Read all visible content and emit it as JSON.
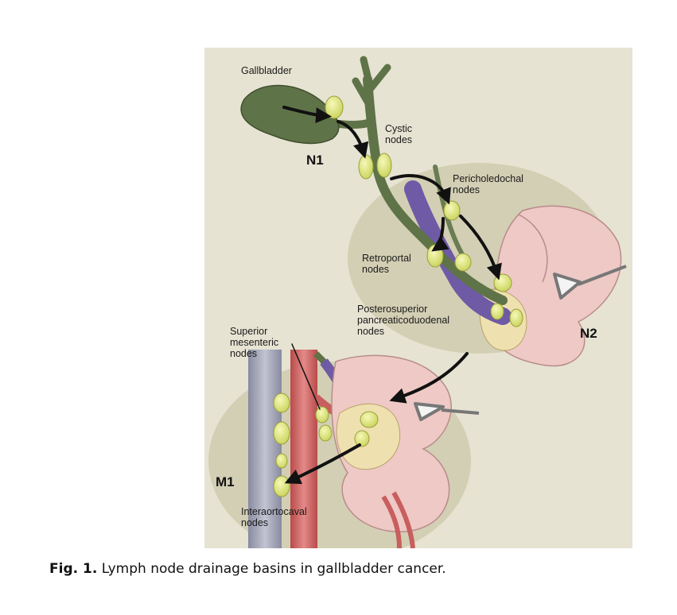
{
  "labels": {
    "gallbladder": "Gallbladder",
    "cystic": "Cystic\nnodes",
    "pericholedochal": "Pericholedochal\nnodes",
    "retroportal": "Retroportal\nnodes",
    "posterosuperior": "Posterosuperior\npancreaticoduodenal\nnodes",
    "superior_mesenteric": "Superior\nmesenteric\nnodes",
    "interaortocaval": "Interaortocaval\nnodes"
  },
  "stations": {
    "n1": "N1",
    "n2": "N2",
    "m1": "M1"
  },
  "caption": {
    "prefix": "Fig. 1.",
    "text": "Lymph node drainage basins in gallbladder cancer."
  },
  "colors": {
    "background": "#e6e3d2",
    "region_shade": "#d3cfb4",
    "gallbladder": "#5f7348",
    "portal_vein": "#6f5aa6",
    "pancreas": "#eec9c6",
    "pancreatic_head": "#efe0b0",
    "lymph_node": "#e3ea7c",
    "aorta": "#d77171",
    "ivc": "#a5a7b8",
    "arrow": "#111111"
  }
}
